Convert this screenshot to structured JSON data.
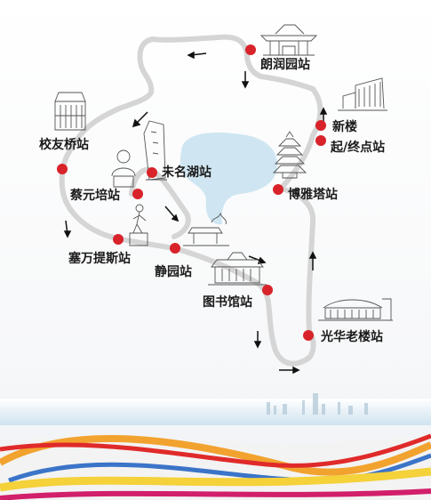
{
  "map": {
    "route_color": "#d5d5d5",
    "stop_color": "#d8232a",
    "lake_color": "#cfe6f2",
    "arrow_color": "#111111",
    "stations": [
      {
        "id": "langrunyuan",
        "label": "朗润园站"
      },
      {
        "id": "xinlou",
        "label": "新楼"
      },
      {
        "id": "qizhongdian",
        "label": "起/终点站"
      },
      {
        "id": "xiaoyouqiao",
        "label": "校友桥站"
      },
      {
        "id": "weiminghu",
        "label": "未名湖站"
      },
      {
        "id": "caiyuanpei",
        "label": "蔡元培站"
      },
      {
        "id": "boyata",
        "label": "博雅塔站"
      },
      {
        "id": "saiwantisi",
        "label": "塞万提斯站"
      },
      {
        "id": "jingyuan",
        "label": "静园站"
      },
      {
        "id": "tushuguan",
        "label": "图书馆站"
      },
      {
        "id": "guanghualaolou",
        "label": "光华老楼站"
      }
    ],
    "landmark_icons": [
      "gate-building-icon",
      "modern-building-icon",
      "pagoda-icon",
      "old-building-icon",
      "stele-icon",
      "statue-bust-icon",
      "statue-figure-icon",
      "pavilion-icon",
      "library-icon",
      "guanghua-building-icon",
      "skyline-icon"
    ]
  }
}
